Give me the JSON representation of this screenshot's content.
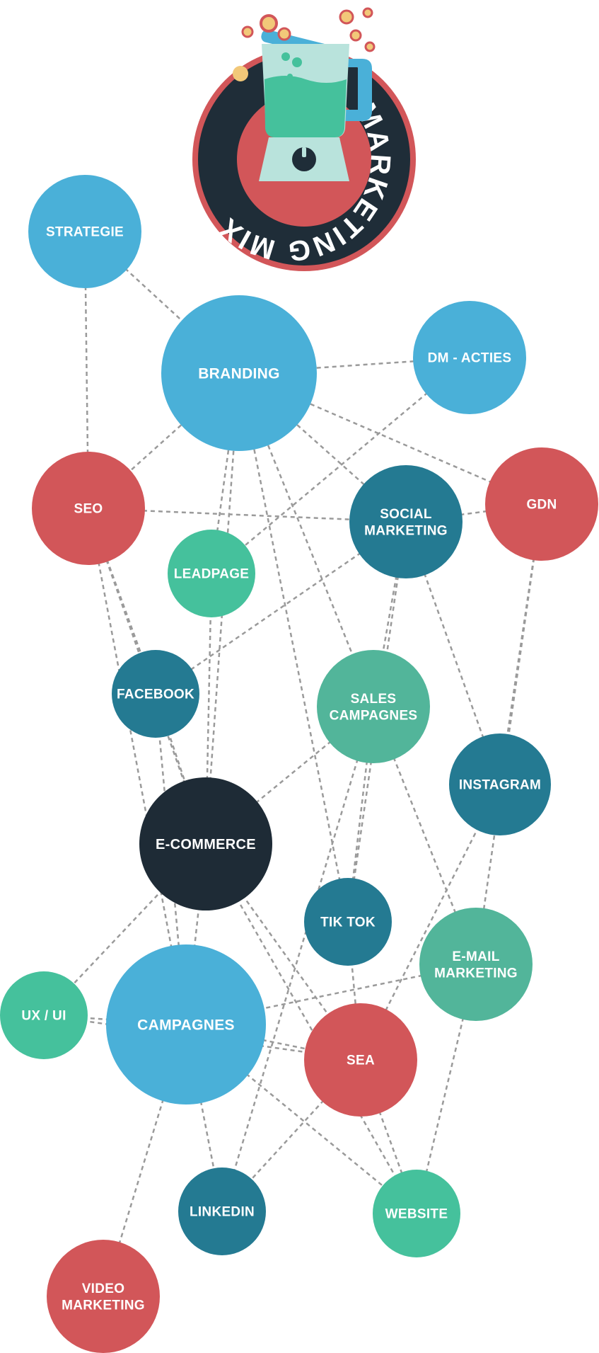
{
  "logo": {
    "text_line": "MARKETING MIX",
    "colors": {
      "ring": "#d25659",
      "inner": "#1f2d38",
      "center": "#d25659",
      "liquid": "#45c19c",
      "jar": "#b9e3dc",
      "handle": "#4ab0d8",
      "bubble": "#f2c879"
    }
  },
  "palette": {
    "blue": "#4ab0d8",
    "red": "#d25659",
    "teal": "#247a92",
    "green": "#45c19c",
    "green2": "#52b59a",
    "dark": "#1e2b36",
    "edge": "#9a9a9a"
  },
  "nodes": [
    {
      "id": "strategie",
      "lines": [
        "STRATEGIE"
      ],
      "color": "blue"
    },
    {
      "id": "branding",
      "lines": [
        "BRANDING"
      ],
      "color": "blue"
    },
    {
      "id": "dm-acties",
      "lines": [
        "DM - ACTIES"
      ],
      "color": "blue"
    },
    {
      "id": "seo",
      "lines": [
        "SEO"
      ],
      "color": "red"
    },
    {
      "id": "social",
      "lines": [
        "SOCIAL",
        "MARKETING"
      ],
      "color": "teal"
    },
    {
      "id": "gdn",
      "lines": [
        "GDN"
      ],
      "color": "red"
    },
    {
      "id": "leadpage",
      "lines": [
        "LEADPAGE"
      ],
      "color": "green"
    },
    {
      "id": "facebook",
      "lines": [
        "FACEBOOK"
      ],
      "color": "teal"
    },
    {
      "id": "sales",
      "lines": [
        "SALES",
        "CAMPAGNES"
      ],
      "color": "green2"
    },
    {
      "id": "instagram",
      "lines": [
        "INSTAGRAM"
      ],
      "color": "teal"
    },
    {
      "id": "ecommerce",
      "lines": [
        "E-COMMERCE"
      ],
      "color": "dark"
    },
    {
      "id": "tiktok",
      "lines": [
        "TIK TOK"
      ],
      "color": "teal"
    },
    {
      "id": "email",
      "lines": [
        "E-MAIL",
        "MARKETING"
      ],
      "color": "green2"
    },
    {
      "id": "uxui",
      "lines": [
        "UX / UI"
      ],
      "color": "green"
    },
    {
      "id": "campagnes",
      "lines": [
        "CAMPAGNES"
      ],
      "color": "blue"
    },
    {
      "id": "sea",
      "lines": [
        "SEA"
      ],
      "color": "red"
    },
    {
      "id": "linkedin",
      "lines": [
        "LINKEDIN"
      ],
      "color": "teal"
    },
    {
      "id": "website",
      "lines": [
        "WEBSITE"
      ],
      "color": "green"
    },
    {
      "id": "video",
      "lines": [
        "VIDEO",
        "MARKETING"
      ],
      "color": "red"
    }
  ],
  "edges": [
    [
      "strategie",
      "branding"
    ],
    [
      "strategie",
      "seo"
    ],
    [
      "branding",
      "dm-acties"
    ],
    [
      "branding",
      "seo"
    ],
    [
      "branding",
      "gdn"
    ],
    [
      "branding",
      "social"
    ],
    [
      "branding",
      "leadpage"
    ],
    [
      "branding",
      "ecommerce"
    ],
    [
      "branding",
      "sales"
    ],
    [
      "branding",
      "tiktok"
    ],
    [
      "dm-acties",
      "leadpage"
    ],
    [
      "seo",
      "social"
    ],
    [
      "seo",
      "facebook"
    ],
    [
      "seo",
      "campagnes"
    ],
    [
      "seo",
      "ecommerce"
    ],
    [
      "social",
      "gdn"
    ],
    [
      "social",
      "facebook"
    ],
    [
      "social",
      "sales"
    ],
    [
      "social",
      "instagram"
    ],
    [
      "social",
      "tiktok"
    ],
    [
      "gdn",
      "instagram"
    ],
    [
      "gdn",
      "email"
    ],
    [
      "leadpage",
      "ecommerce"
    ],
    [
      "facebook",
      "campagnes"
    ],
    [
      "facebook",
      "ecommerce"
    ],
    [
      "sales",
      "ecommerce"
    ],
    [
      "sales",
      "tiktok"
    ],
    [
      "sales",
      "email"
    ],
    [
      "sales",
      "linkedin"
    ],
    [
      "instagram",
      "sea"
    ],
    [
      "ecommerce",
      "uxui"
    ],
    [
      "ecommerce",
      "campagnes"
    ],
    [
      "ecommerce",
      "sea"
    ],
    [
      "ecommerce",
      "website"
    ],
    [
      "tiktok",
      "sea"
    ],
    [
      "email",
      "campagnes"
    ],
    [
      "email",
      "website"
    ],
    [
      "uxui",
      "campagnes"
    ],
    [
      "uxui",
      "sea"
    ],
    [
      "campagnes",
      "sea"
    ],
    [
      "campagnes",
      "linkedin"
    ],
    [
      "campagnes",
      "video"
    ],
    [
      "campagnes",
      "website"
    ],
    [
      "sea",
      "website"
    ],
    [
      "sea",
      "linkedin"
    ]
  ]
}
